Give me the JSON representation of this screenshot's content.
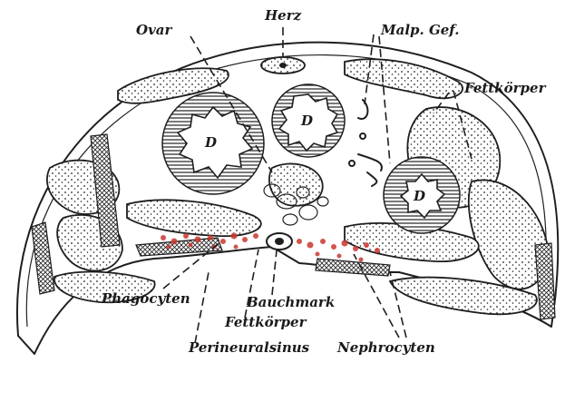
{
  "labels": {
    "herz": "Herz",
    "ovar": "Ovar",
    "malp_gef": "Malp. Gef.",
    "fettkoerper_top": "Fettkörper",
    "phagocyten": "Phagocyten",
    "bauchmark": "Bauchmark",
    "fettkoerper_bottom": "Fettkörper",
    "perineuralsinus": "Perineuralsinus",
    "nephrocyten": "Nephrocyten",
    "darm_1": "D",
    "darm_2": "D",
    "darm_3": "D"
  },
  "colors": {
    "ink": "#1e1e1e",
    "paper": "#ffffff",
    "red_cells": "#c9362e"
  }
}
